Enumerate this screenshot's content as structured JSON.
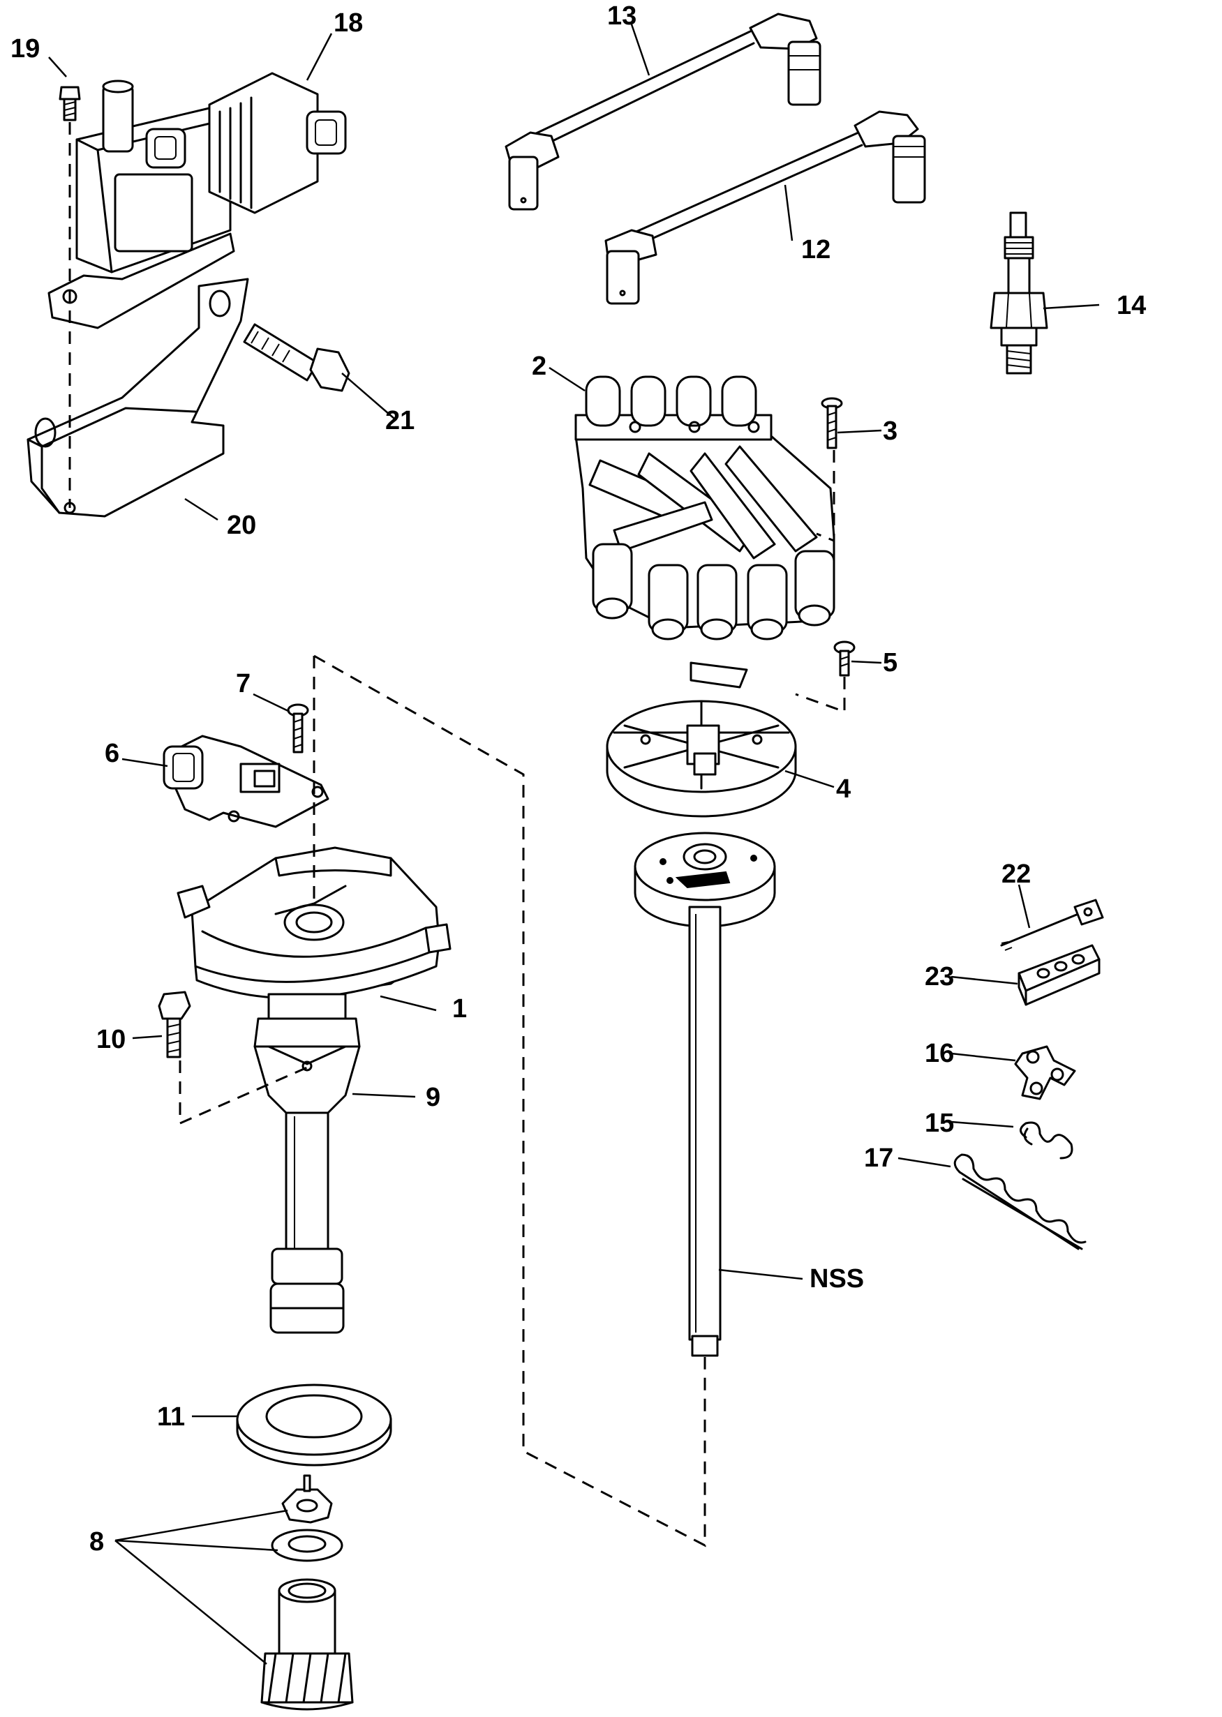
{
  "diagram": {
    "callouts": [
      {
        "id": "c1",
        "label": "1"
      },
      {
        "id": "c2",
        "label": "2"
      },
      {
        "id": "c3",
        "label": "3"
      },
      {
        "id": "c4",
        "label": "4"
      },
      {
        "id": "c5",
        "label": "5"
      },
      {
        "id": "c6",
        "label": "6"
      },
      {
        "id": "c7",
        "label": "7"
      },
      {
        "id": "c8",
        "label": "8"
      },
      {
        "id": "c9",
        "label": "9"
      },
      {
        "id": "c10",
        "label": "10"
      },
      {
        "id": "c11",
        "label": "11"
      },
      {
        "id": "c12",
        "label": "12"
      },
      {
        "id": "c13",
        "label": "13"
      },
      {
        "id": "c14",
        "label": "14"
      },
      {
        "id": "c15",
        "label": "15"
      },
      {
        "id": "c16",
        "label": "16"
      },
      {
        "id": "c17",
        "label": "17"
      },
      {
        "id": "c18",
        "label": "18"
      },
      {
        "id": "c19",
        "label": "19"
      },
      {
        "id": "c20",
        "label": "20"
      },
      {
        "id": "c21",
        "label": "21"
      },
      {
        "id": "c22",
        "label": "22"
      },
      {
        "id": "c23",
        "label": "23"
      },
      {
        "id": "cNSS",
        "label": "NSS"
      }
    ]
  }
}
